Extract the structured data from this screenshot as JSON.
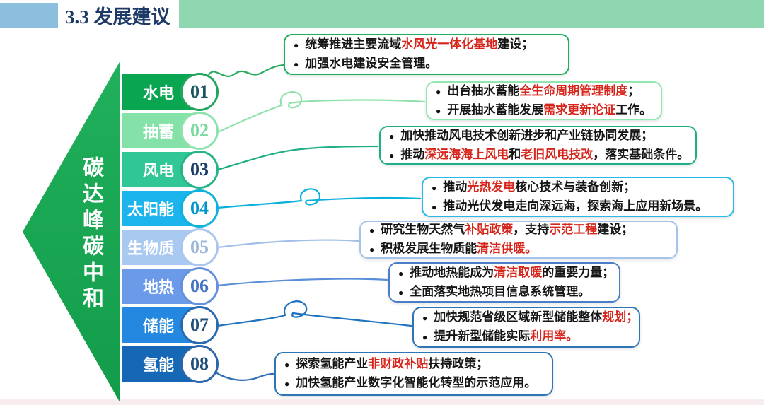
{
  "header": {
    "title": "3.3 发展建议",
    "title_color": "#1e3a66",
    "accent_blue": "#8cbede",
    "accent_green": "#8fd7b1"
  },
  "arrow": {
    "label": "碳达峰碳中和",
    "color_top": "#21b05c",
    "color_bottom": "#129c4a"
  },
  "bullet_icon": "●",
  "highlight_red": "#d6251b",
  "bottom_strip_color": "#f7edee",
  "rows": [
    {
      "label": "水电",
      "num": "01",
      "band": "#0aa551",
      "num_color": "#16555e",
      "ring": "#22a55e",
      "line": "#2bab62"
    },
    {
      "label": "抽蓄",
      "num": "02",
      "band": "#84e2a9",
      "num_color": "#7cd9a0",
      "ring": "#8fe2ad",
      "line": "#8fe0ab"
    },
    {
      "label": "风电",
      "num": "03",
      "band": "#30c695",
      "num_color": "#1b3d6e",
      "ring": "#26b389",
      "line": "#1fae86"
    },
    {
      "label": "太阳能",
      "num": "04",
      "band": "#1cb4ec",
      "num_color": "#0095c8",
      "ring": "#0cb2da",
      "line": "#08b0dc"
    },
    {
      "label": "生物质",
      "num": "05",
      "band": "#a9c9f1",
      "num_color": "#9cb6dc",
      "ring": "#aac6ee",
      "line": "#a2bfe8"
    },
    {
      "label": "地热",
      "num": "06",
      "band": "#6b9ae9",
      "num_color": "#4472c4",
      "ring": "#6590dc",
      "line": "#5b8ed8"
    },
    {
      "label": "储能",
      "num": "07",
      "band": "#2488e0",
      "num_color": "#1f4e79",
      "ring": "#2a6ab0",
      "line": "#1e73be"
    },
    {
      "label": "氢能",
      "num": "08",
      "band": "#1667b5",
      "num_color": "#1f4e79",
      "ring": "#2a66a8",
      "line": "#2e6db4"
    }
  ],
  "boxes": [
    {
      "border": "#1faf5e",
      "lines": [
        [
          {
            "t": "统筹推进主要流域"
          },
          {
            "t": "水风光一体化基地",
            "red": true
          },
          {
            "t": "建设；"
          }
        ],
        [
          {
            "t": "加强水电建设安全管理。"
          }
        ]
      ]
    },
    {
      "border": "#90e8b0",
      "lines": [
        [
          {
            "t": "出台抽水蓄能"
          },
          {
            "t": "全生命周期管理制度",
            "red": true
          },
          {
            "t": "；"
          }
        ],
        [
          {
            "t": "开展抽水蓄能发展"
          },
          {
            "t": "需求更新论证",
            "red": true
          },
          {
            "t": "工作。"
          }
        ]
      ]
    },
    {
      "border": "#1fae86",
      "lines": [
        [
          {
            "t": "加快推动风电技术创新进步和产业链协同发展；"
          }
        ],
        [
          {
            "t": "推动"
          },
          {
            "t": "深远海海上风电",
            "red": true
          },
          {
            "t": "和"
          },
          {
            "t": "老旧风电技改",
            "red": true
          },
          {
            "t": "，落实基础条件。"
          }
        ]
      ]
    },
    {
      "border": "#29b8e8",
      "lines": [
        [
          {
            "t": "推动"
          },
          {
            "t": "光热发电",
            "red": true
          },
          {
            "t": "核心技术与装备创新；"
          }
        ],
        [
          {
            "t": "推动光伏发电走向深远海，探索海上应用新场景。"
          }
        ]
      ]
    },
    {
      "border": "#a6c3ec",
      "lines": [
        [
          {
            "t": "研究生物天然气"
          },
          {
            "t": "补贴政策",
            "red": true
          },
          {
            "t": "，支持"
          },
          {
            "t": "示范工程",
            "red": true
          },
          {
            "t": "建设；"
          }
        ],
        [
          {
            "t": "积极发展生物质能"
          },
          {
            "t": "清洁供暖。",
            "red": true
          }
        ]
      ]
    },
    {
      "border": "#4a7cc8",
      "lines": [
        [
          {
            "t": "推动地热能成为"
          },
          {
            "t": "清洁取暖",
            "red": true
          },
          {
            "t": "的重要力量；"
          }
        ],
        [
          {
            "t": "全面落实地热项目信息系统管理。"
          }
        ]
      ]
    },
    {
      "border": "#2e75b6",
      "lines": [
        [
          {
            "t": "加快规范省级区域新型储能整体"
          },
          {
            "t": "规划；",
            "red": true
          }
        ],
        [
          {
            "t": "提升新型储能实际"
          },
          {
            "t": "利用率。",
            "red": true
          }
        ]
      ]
    },
    {
      "border": "#2e75b6",
      "lines": [
        [
          {
            "t": "探索氢能产业"
          },
          {
            "t": "非财政补贴",
            "red": true
          },
          {
            "t": "扶持政策；"
          }
        ],
        [
          {
            "t": "加快氢能产业数字化智能化转型的示范应用。"
          }
        ]
      ]
    }
  ]
}
